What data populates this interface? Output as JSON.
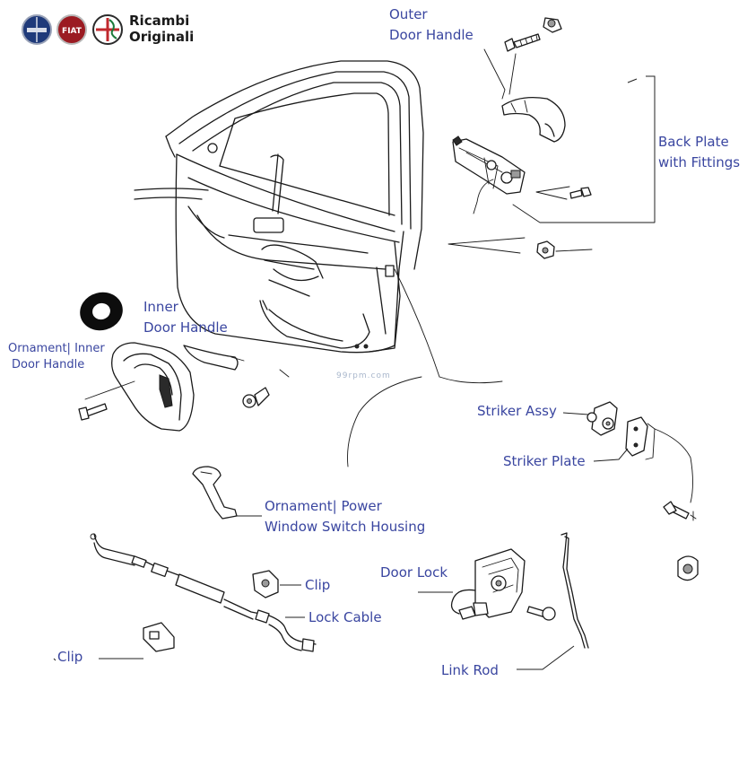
{
  "brand": {
    "logos": [
      {
        "name": "lancia-logo",
        "color": "#1f3a7a"
      },
      {
        "name": "fiat-logo",
        "color": "#9b1b22"
      },
      {
        "name": "alfa-romeo-logo",
        "color": "#2b2b2b"
      }
    ],
    "line1": "Ricambi",
    "line2": "Originali"
  },
  "watermark": "99rpm.com",
  "label_color": "#3a46a0",
  "labels": {
    "outer_handle_1": "Outer",
    "outer_handle_2": "Door Handle",
    "back_plate_1": "Back Plate",
    "back_plate_2": "with Fittings",
    "inner_handle_1": "Inner",
    "inner_handle_2": "Door Handle",
    "ornament_inner_1": "Ornament| Inner",
    "ornament_inner_2": "Door Handle",
    "striker_assy": "Striker Assy",
    "striker_plate": "Striker Plate",
    "ornament_power_1": "Ornament| Power",
    "ornament_power_2": "Window Switch Housing",
    "clip_right": "Clip",
    "lock_cable": "Lock Cable",
    "door_lock": "Door Lock",
    "clip_left": "Clip",
    "link_rod": "Link Rod"
  }
}
